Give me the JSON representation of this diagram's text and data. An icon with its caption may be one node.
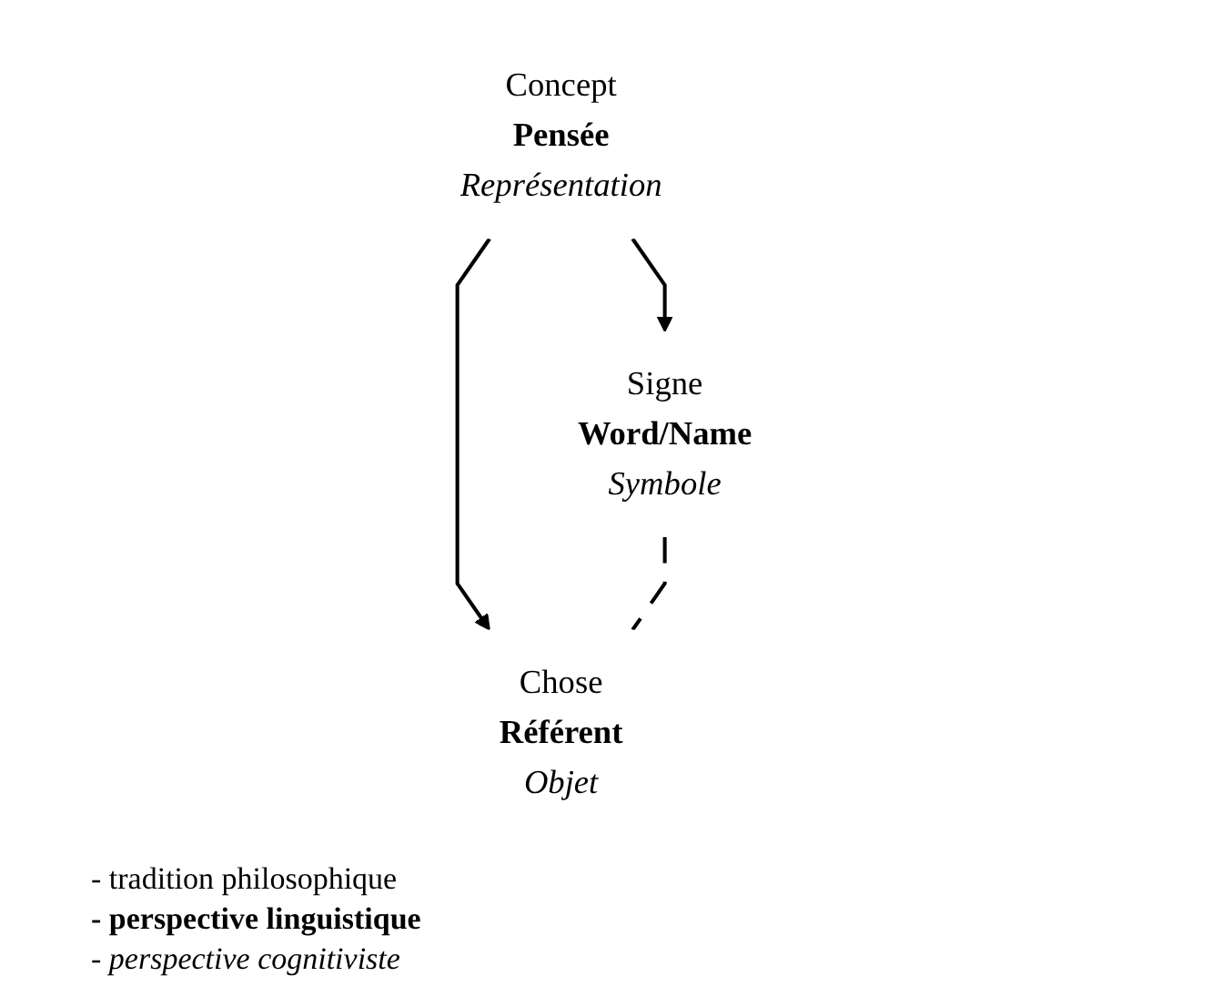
{
  "diagram": {
    "nodes": [
      {
        "text": [
          "Concept",
          "Pensée",
          "Représentation"
        ]
      },
      {
        "text": [
          "Signe",
          "Word/Name",
          "Symbole"
        ]
      },
      {
        "text": [
          "Chose",
          "Référent",
          "Objet"
        ]
      }
    ],
    "edges": [
      {
        "from": 0,
        "to": 1,
        "arrow": "to"
      },
      {
        "from": 0,
        "to": 2,
        "arrow": "to"
      },
      {
        "from": 1,
        "to": 2,
        "arrow": "none",
        "style": "dashed"
      }
    ],
    "labels": [
      "- tradition philosophique",
      "- perspective linguistique",
      "- perspective cognitiviste"
    ]
  }
}
